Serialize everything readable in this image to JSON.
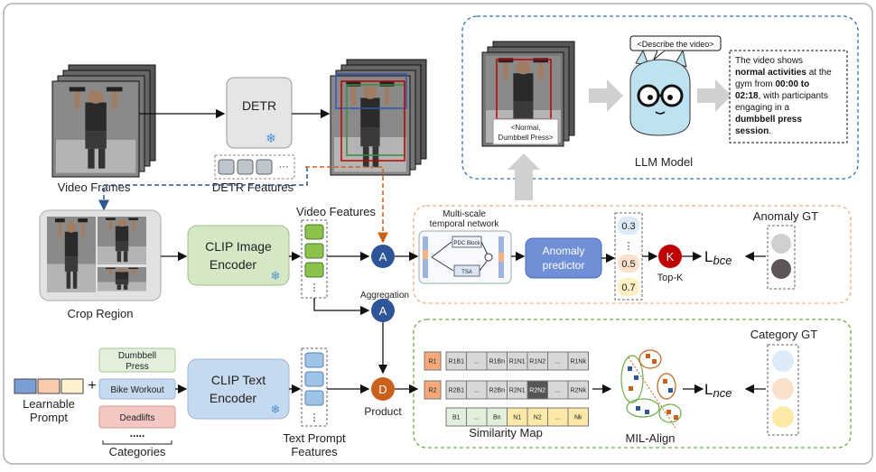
{
  "labels": {
    "video_frames": "Video Frames",
    "detr": "DETR",
    "detr_features": "DETR Features",
    "crop_region": "Crop Region",
    "clip_image_encoder_l1": "CLIP Image",
    "clip_image_encoder_l2": "Encoder",
    "video_features": "Video Features",
    "aggregation": "Aggregation",
    "multiscale_l1": "Multi-scale",
    "multiscale_l2": "temporal network",
    "pdc_block": "PDC Block",
    "tsa": "TSA",
    "anomaly_predictor_l1": "Anomaly",
    "anomaly_predictor_l2": "predictor",
    "topk": "Top-K",
    "anomaly_gt": "Anomaly GT",
    "category_gt": "Category GT",
    "learnable_prompt_l1": "Learnable",
    "learnable_prompt_l2": "Prompt",
    "categories": "Categories",
    "clip_text_encoder_l1": "CLIP Text",
    "clip_text_encoder_l2": "Encoder",
    "text_prompt_features_l1": "Text Prompt",
    "text_prompt_features_l2": "Features",
    "product": "Product",
    "similarity_map": "Similarity Map",
    "mil_align": "MIL-Align",
    "llm_model": "LLM Model",
    "describe_prompt": "<Describe the video>",
    "frame_caption_l1": "<Normal,",
    "frame_caption_l2": "Dumbbell  Press>",
    "loss_bce": "bce",
    "loss_nce": "nce",
    "loss_L": "L",
    "plus": "+",
    "ellipsis": "....."
  },
  "nodes": {
    "A": "A",
    "D": "D",
    "K": "K"
  },
  "categories": [
    "Dumbbell Press",
    "Bike Workout",
    "Deadlifts"
  ],
  "scores": [
    "0.3",
    "0.5",
    "0.7"
  ],
  "llm_output": [
    [
      {
        "t": "The video shows",
        "b": false
      }
    ],
    [
      {
        "t": "normal activities",
        "b": true
      },
      {
        "t": " at the",
        "b": false
      }
    ],
    [
      {
        "t": "gym from ",
        "b": false
      },
      {
        "t": "00:00 to",
        "b": true
      }
    ],
    [
      {
        "t": "02:18",
        "b": true
      },
      {
        "t": ", with participants",
        "b": false
      }
    ],
    [
      {
        "t": "engaging in a",
        "b": false
      }
    ],
    [
      {
        "t": "dumbbell press",
        "b": true
      }
    ],
    [
      {
        "t": "session",
        "b": true
      },
      {
        "t": ".",
        "b": false
      }
    ]
  ],
  "simmap": {
    "row1_head": "R1",
    "row2_head": "R2",
    "row1": [
      "R1B1",
      "...",
      "R1Bn",
      "R1N1",
      "R1N2",
      "...",
      "R1Nk"
    ],
    "row2": [
      "R2B1",
      "...",
      "R2Bn",
      "R2N1",
      "R2N2",
      "...",
      "R2Nk"
    ],
    "row3": [
      "B1",
      "...",
      "Bn",
      "N1",
      "N2",
      "...",
      "Nk"
    ]
  },
  "colors": {
    "blue_node": "#2e5597",
    "orange_node": "#c9601b",
    "red_node": "#c00000",
    "clip_image": "#d5e8c6",
    "clip_text": "#c5d9ef",
    "anomaly_predictor": "#6f8fd6",
    "llm_border": "#2e75b6",
    "green_border": "#70ad47",
    "orange_border": "#f4b183"
  }
}
